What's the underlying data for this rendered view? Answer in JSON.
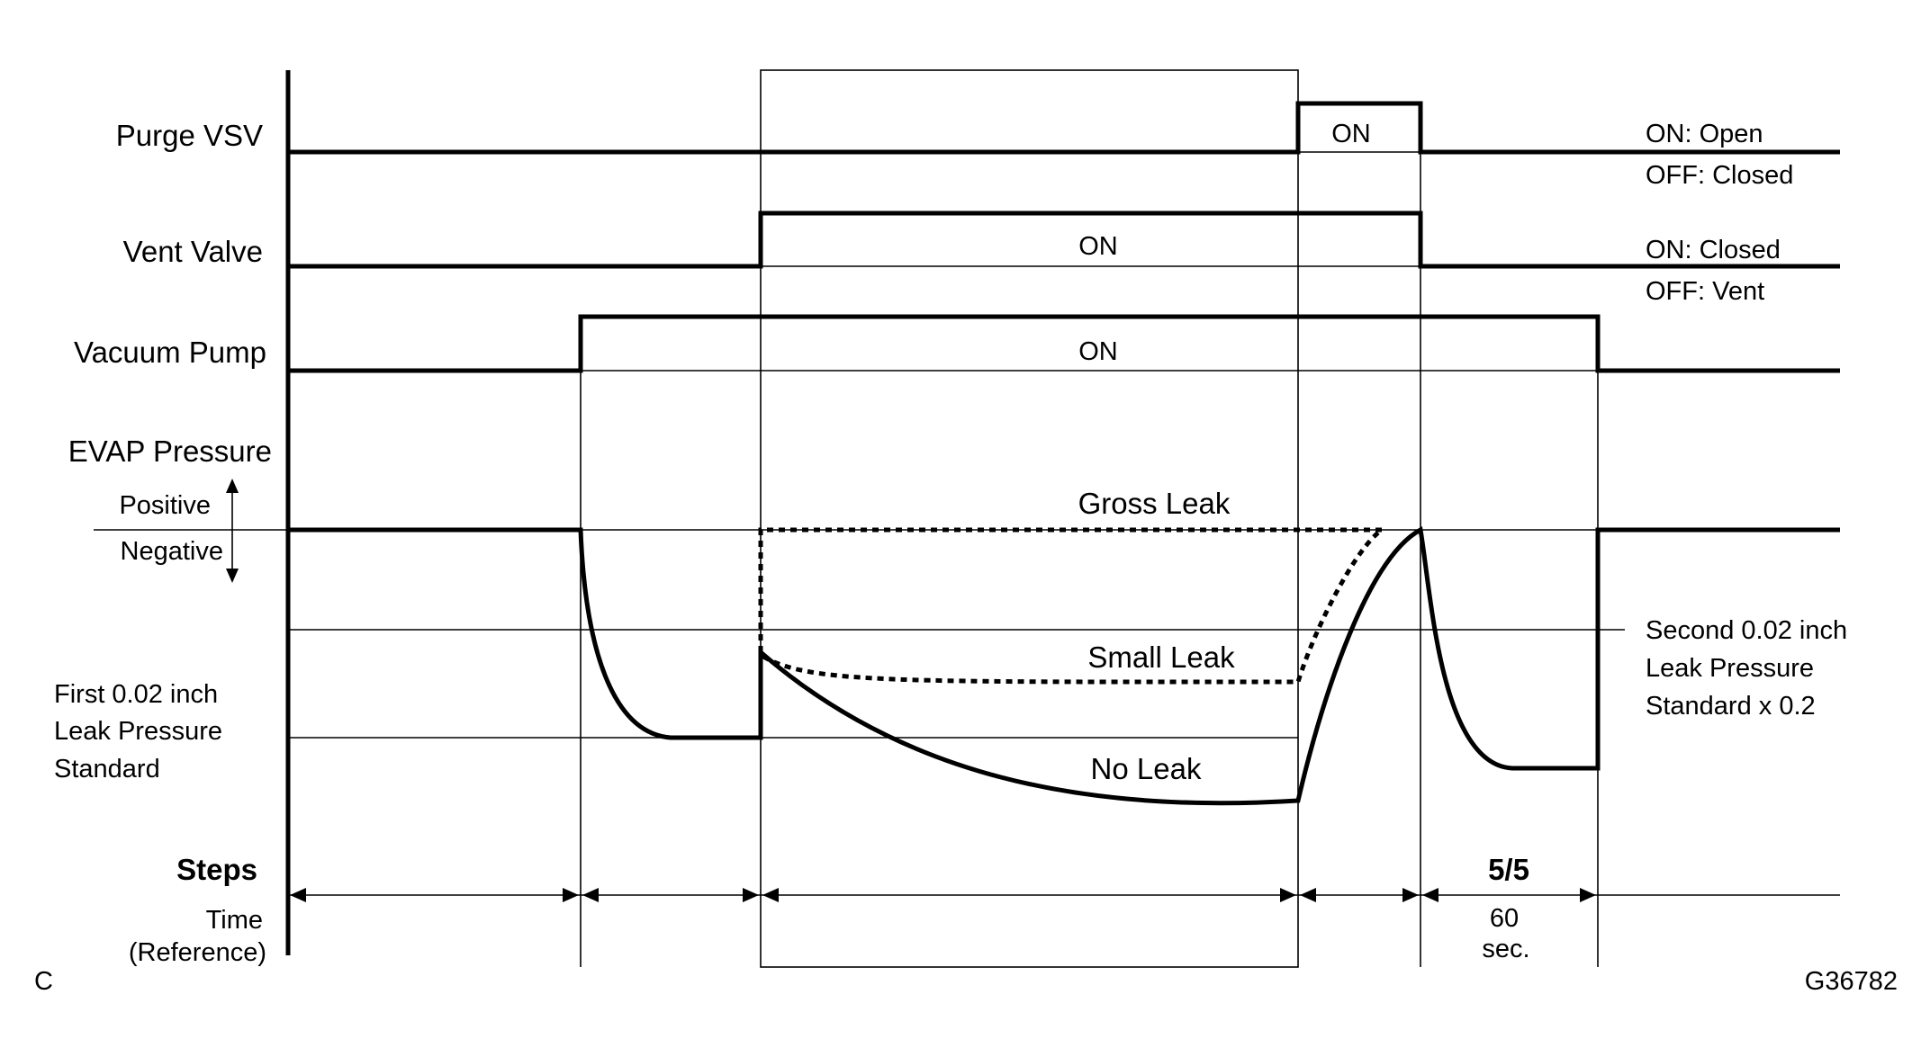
{
  "signals": {
    "purge_vsv": "Purge VSV",
    "vent_valve": "Vent Valve",
    "vacuum_pump": "Vacuum Pump",
    "evap_pressure": "EVAP Pressure"
  },
  "pressure_direction": {
    "positive": "Positive",
    "negative": "Negative"
  },
  "state_labels": {
    "purge_on": "ON",
    "vent_on": "ON",
    "pump_on": "ON"
  },
  "legend": {
    "purge_on": "ON: Open",
    "purge_off": "OFF: Closed",
    "vent_on": "ON: Closed",
    "vent_off": "OFF: Vent"
  },
  "curves": {
    "gross_leak": "Gross Leak",
    "small_leak": "Small Leak",
    "no_leak": "No Leak"
  },
  "first_standard": {
    "line1": "First 0.02 inch",
    "line2": "Leak Pressure",
    "line3": "Standard"
  },
  "second_standard": {
    "line1": "Second 0.02 inch",
    "line2": "Leak Pressure",
    "line3": "Standard x 0.2"
  },
  "steps": {
    "title": "Steps",
    "current_step": "5/5",
    "duration_value": "60",
    "duration_unit": "sec."
  },
  "time": {
    "label": "Time",
    "sublabel": "(Reference)"
  },
  "corner_letter": "C",
  "figure_code": "G36782"
}
